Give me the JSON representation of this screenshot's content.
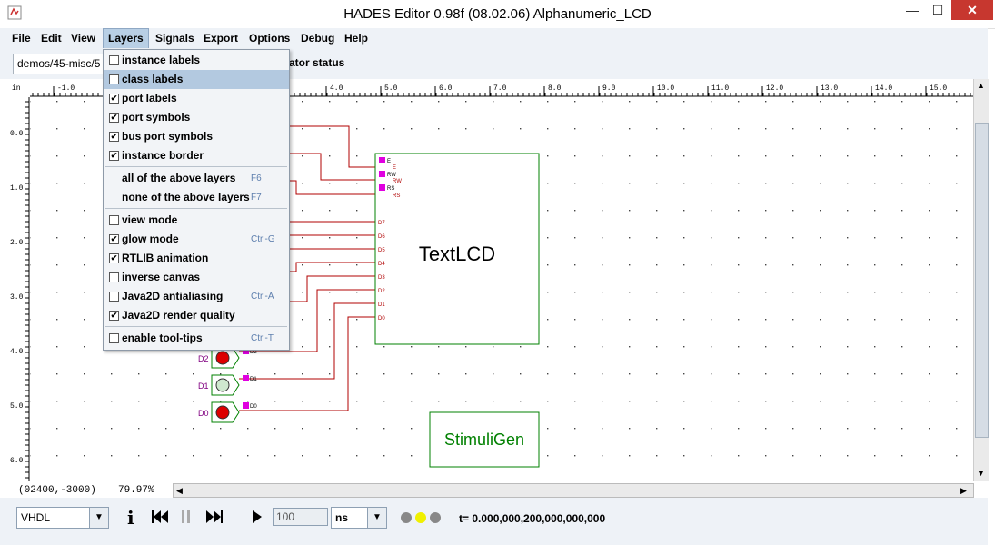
{
  "window": {
    "title": "HADES Editor 0.98f (08.02.06)   Alphanumeric_LCD",
    "controls": {
      "minimize": "—",
      "maximize": "☐",
      "close": "✕"
    }
  },
  "menubar": [
    "File",
    "Edit",
    "View",
    "Layers",
    "Signals",
    "Export",
    "Options",
    "Debug",
    "Help"
  ],
  "toolbar": {
    "path": "demos/45-misc/5",
    "status_label": "ator status"
  },
  "layers_menu": {
    "items": [
      {
        "label": "instance labels",
        "checked": false,
        "shortcut": ""
      },
      {
        "label": "class labels",
        "checked": false,
        "shortcut": "",
        "highlighted": true
      },
      {
        "label": "port labels",
        "checked": true,
        "shortcut": ""
      },
      {
        "label": "port symbols",
        "checked": true,
        "shortcut": ""
      },
      {
        "label": "bus port symbols",
        "checked": true,
        "shortcut": ""
      },
      {
        "label": "instance border",
        "checked": true,
        "shortcut": ""
      },
      {
        "label": "all of the above layers",
        "checked": null,
        "shortcut": "F6"
      },
      {
        "label": "none of the above layers",
        "checked": null,
        "shortcut": "F7"
      },
      {
        "label": "view mode",
        "checked": false,
        "shortcut": ""
      },
      {
        "label": "glow mode",
        "checked": true,
        "shortcut": "Ctrl-G"
      },
      {
        "label": "RTLIB animation",
        "checked": true,
        "shortcut": ""
      },
      {
        "label": "inverse canvas",
        "checked": false,
        "shortcut": ""
      },
      {
        "label": "Java2D antialiasing",
        "checked": false,
        "shortcut": "Ctrl-A"
      },
      {
        "label": "Java2D render quality",
        "checked": true,
        "shortcut": ""
      },
      {
        "label": "enable tool-tips",
        "checked": false,
        "shortcut": "Ctrl-T"
      }
    ]
  },
  "ruler": {
    "unit": "in",
    "top_ticks": [
      "-1.0",
      "4.0",
      "5.0",
      "6.0",
      "7.0",
      "8.0",
      "9.0",
      "10.0",
      "11.0",
      "12.0",
      "13.0",
      "14.0",
      "15.0"
    ],
    "left_ticks": [
      "0.0",
      "1.0",
      "2.0",
      "3.0",
      "4.0",
      "5.0",
      "6.0"
    ]
  },
  "schematic": {
    "lcd_label": "TextLCD",
    "lcd_ports_top": [
      "E",
      "RW",
      "RS"
    ],
    "lcd_ports_top_outer": [
      "E",
      "RW",
      "RS"
    ],
    "lcd_ports_data": [
      "D7",
      "D6",
      "D5",
      "D4",
      "D3",
      "D2",
      "D1",
      "D0"
    ],
    "stimuli_label": "StimuliGen",
    "switches": [
      {
        "label": "D2",
        "port": "D2",
        "state": "on"
      },
      {
        "label": "D1",
        "port": "D1",
        "state": "off"
      },
      {
        "label": "D0",
        "port": "D0",
        "state": "on"
      }
    ],
    "colors": {
      "wire": "#b00000",
      "block": "#008000",
      "port": "#e000e0",
      "led_on": "#dd0000",
      "led_off": "#cfe8cf"
    }
  },
  "status": {
    "coords": "(02400,-3000)",
    "zoom": "79.97%"
  },
  "bottom": {
    "language": "VHDL",
    "step_value": "100",
    "time_unit": "ns",
    "time_text": "t= 0.000,000,200,000,000,000",
    "indicators": [
      "#888888",
      "#f0f000",
      "#888888"
    ]
  }
}
